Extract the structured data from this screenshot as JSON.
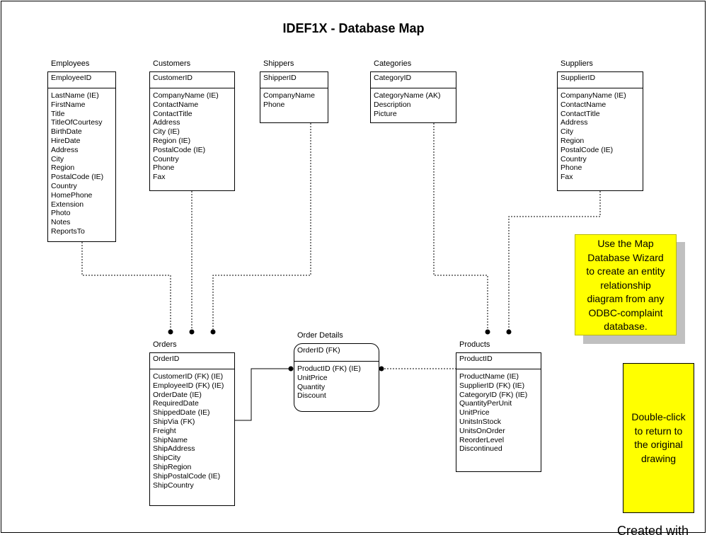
{
  "title": "IDEF1X - Database Map",
  "entities": {
    "employees": {
      "name": "Employees",
      "keys": [
        "EmployeeID"
      ],
      "attrs": [
        "LastName (IE)",
        "FirstName",
        "Title",
        "TitleOfCourtesy",
        "BirthDate",
        "HireDate",
        "Address",
        "City",
        "Region",
        "PostalCode (IE)",
        "Country",
        "HomePhone",
        "Extension",
        "Photo",
        "Notes",
        "ReportsTo"
      ]
    },
    "customers": {
      "name": "Customers",
      "keys": [
        "CustomerID"
      ],
      "attrs": [
        "CompanyName (IE)",
        "ContactName",
        "ContactTitle",
        "Address",
        "City (IE)",
        "Region (IE)",
        "PostalCode (IE)",
        "Country",
        "Phone",
        "Fax"
      ]
    },
    "shippers": {
      "name": "Shippers",
      "keys": [
        "ShipperID"
      ],
      "attrs": [
        "CompanyName",
        "Phone"
      ]
    },
    "categories": {
      "name": "Categories",
      "keys": [
        "CategoryID"
      ],
      "attrs": [
        "CategoryName (AK)",
        "Description",
        "Picture"
      ]
    },
    "suppliers": {
      "name": "Suppliers",
      "keys": [
        "SupplierID"
      ],
      "attrs": [
        "CompanyName (IE)",
        "ContactName",
        "ContactTitle",
        "Address",
        "City",
        "Region",
        "PostalCode (IE)",
        "Country",
        "Phone",
        "Fax"
      ]
    },
    "orders": {
      "name": "Orders",
      "keys": [
        "OrderID"
      ],
      "attrs": [
        "CustomerID (FK) (IE)",
        "EmployeeID (FK) (IE)",
        "OrderDate (IE)",
        "RequiredDate",
        "ShippedDate (IE)",
        "ShipVia (FK)",
        "Freight",
        "ShipName",
        "ShipAddress",
        "ShipCity",
        "ShipRegion",
        "ShipPostalCode (IE)",
        "ShipCountry"
      ]
    },
    "order_details": {
      "name": "Order Details",
      "keys": [
        "OrderID (FK)"
      ],
      "attrs": [
        "ProductID (FK) (IE)",
        "UnitPrice",
        "Quantity",
        "Discount"
      ]
    },
    "products": {
      "name": "Products",
      "keys": [
        "ProductID"
      ],
      "attrs": [
        "ProductName (IE)",
        "SupplierID (FK) (IE)",
        "CategoryID (FK) (IE)",
        "QuantityPerUnit",
        "UnitPrice",
        "UnitsInStock",
        "UnitsOnOrder",
        "ReorderLevel",
        "Discontinued"
      ]
    }
  },
  "notes": {
    "wizard": [
      "Use the Map",
      "Database Wizard",
      "to create an entity",
      "relationship",
      "diagram from any",
      "ODBC-complaint",
      "database."
    ],
    "return": [
      "Double-click",
      "to return to",
      "the original",
      "drawing"
    ]
  },
  "footer": "Created with",
  "colors": {
    "note_fill": "#ffff00",
    "shadow": "#c0c0c0",
    "line": "#000000"
  }
}
